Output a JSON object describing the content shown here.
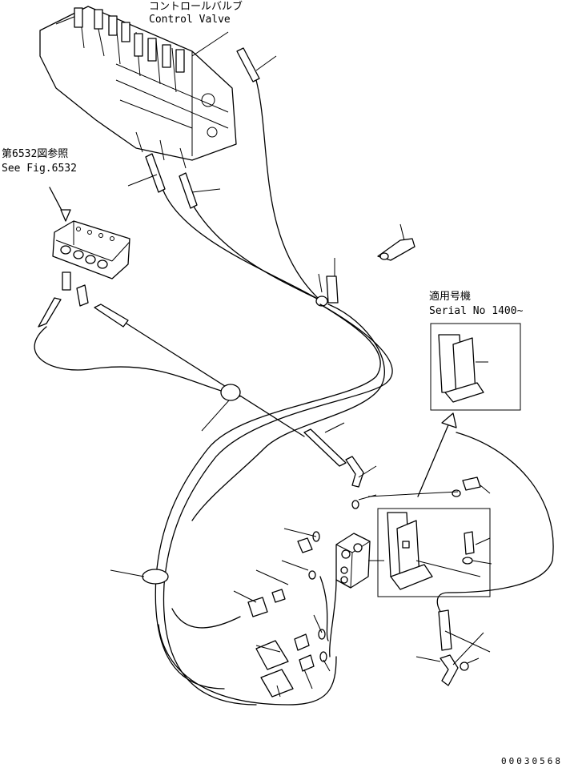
{
  "labels": {
    "control_valve_jp": "コントロールバルブ",
    "control_valve_en": "Control Valve",
    "see_fig_jp": "第6532図参照",
    "see_fig_en": "See Fig.6532",
    "serial_jp": "適用号機",
    "serial_en": "Serial No 1400~",
    "drawing_code": "00030568"
  },
  "colors": {
    "ink": "#000000",
    "paper": "#ffffff"
  }
}
